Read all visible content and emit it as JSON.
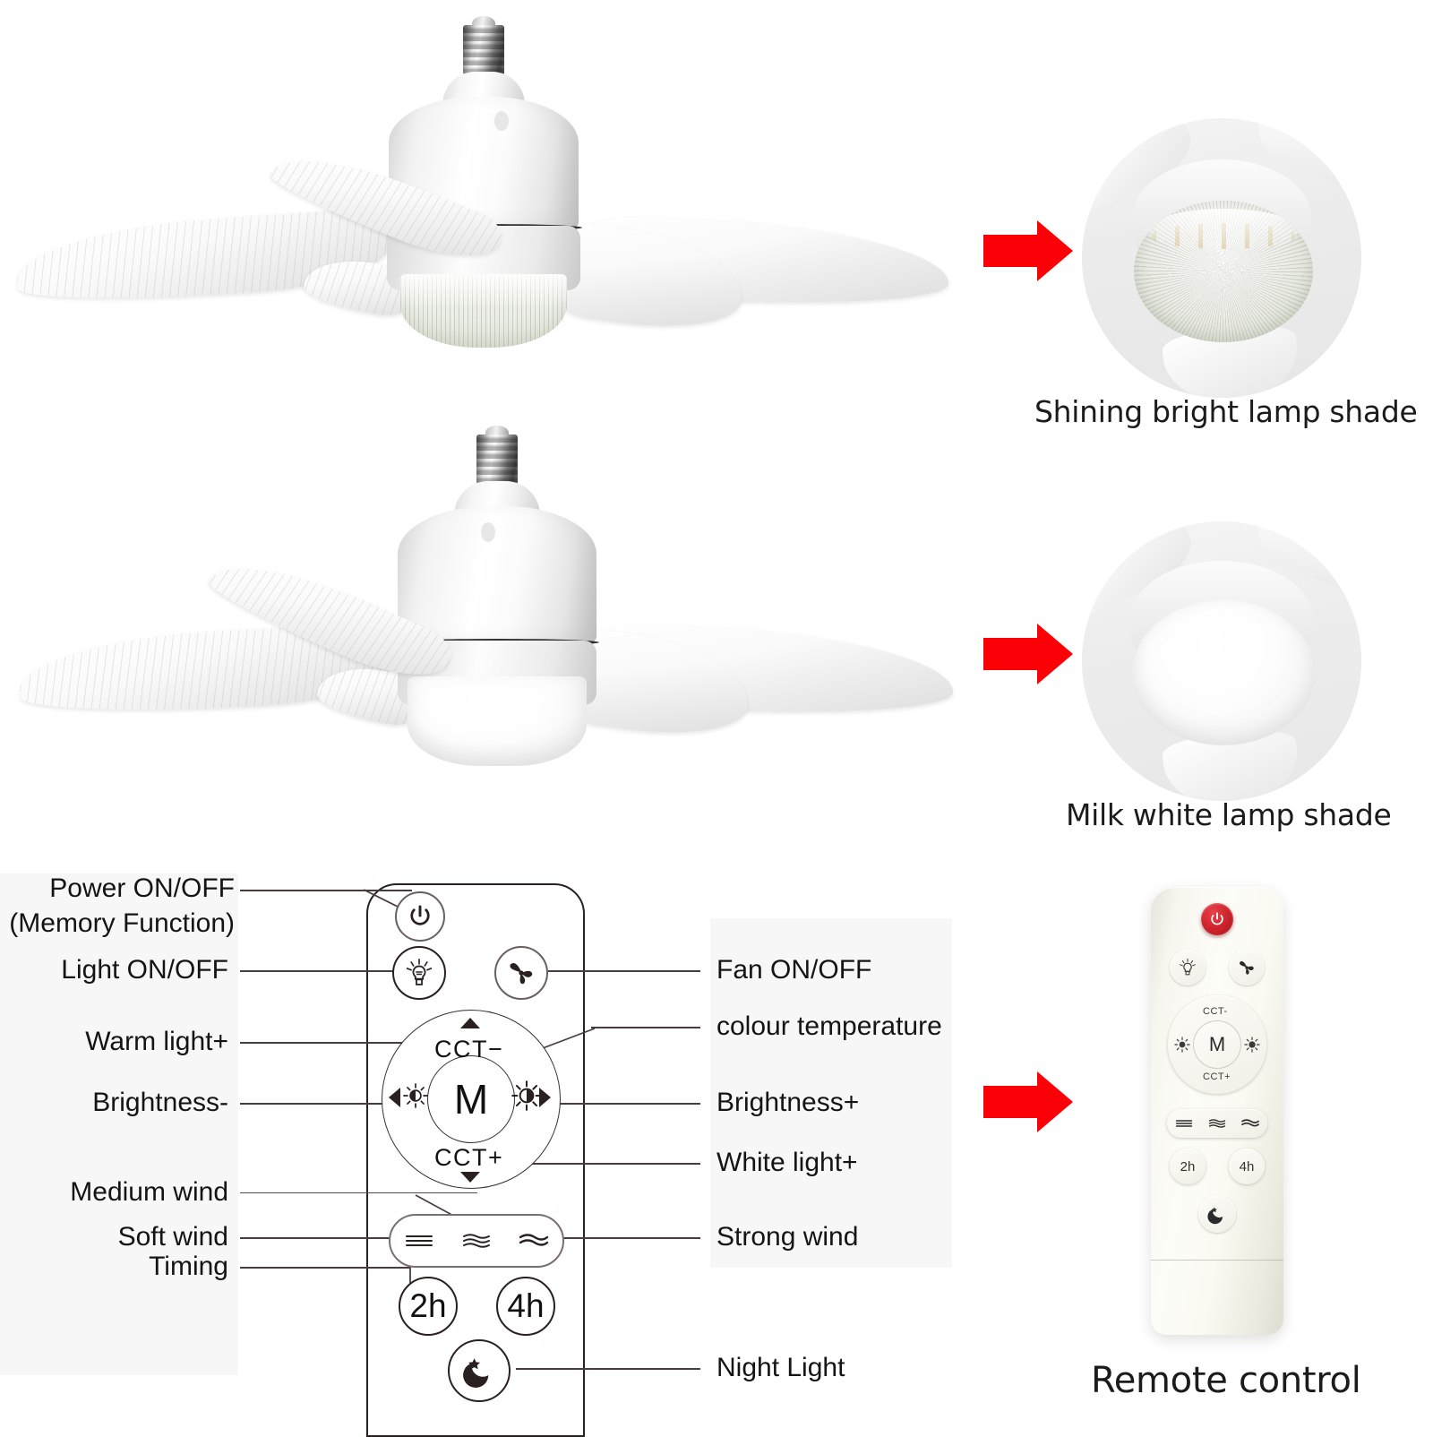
{
  "photos": {
    "clear_shade_caption": "Shining bright lamp shade",
    "milk_shade_caption": "Milk white lamp shade",
    "remote_caption": "Remote control"
  },
  "remote_diagram": {
    "labels_left": [
      {
        "id": "power",
        "text": "Power ON/OFF"
      },
      {
        "id": "power_sub",
        "text": "(Memory Function)"
      },
      {
        "id": "light",
        "text": "Light ON/OFF"
      },
      {
        "id": "warm",
        "text": "Warm light+"
      },
      {
        "id": "brightness_down",
        "text": "Brightness-"
      },
      {
        "id": "medium_wind",
        "text": "Medium wind"
      },
      {
        "id": "soft_wind",
        "text": "Soft wind"
      },
      {
        "id": "timing",
        "text": "Timing"
      }
    ],
    "labels_right": [
      {
        "id": "fan",
        "text": "Fan ON/OFF"
      },
      {
        "id": "colour_temp",
        "text": "colour temperature"
      },
      {
        "id": "brightness_up",
        "text": "Brightness+"
      },
      {
        "id": "white",
        "text": "White light+"
      },
      {
        "id": "strong_wind",
        "text": "Strong wind"
      },
      {
        "id": "night",
        "text": "Night Light"
      }
    ],
    "buttons": {
      "mode": "M",
      "cct_minus": "CCT−",
      "cct_plus": "CCT+",
      "timer_2h": "2h",
      "timer_4h": "4h"
    },
    "icons": {
      "power": "power-icon",
      "light": "bulb-icon",
      "fan": "fan-icon",
      "brightness_down": "brightness-low-icon",
      "brightness_up": "brightness-high-icon",
      "soft_wind": "wind-soft-icon",
      "medium_wind": "wind-medium-icon",
      "strong_wind": "wind-strong-icon",
      "night_light": "moon-star-icon"
    }
  },
  "photo_remote": {
    "cct_minus": "CCT-",
    "cct_plus": "CCT+",
    "mode": "M",
    "timer_2h": "2h",
    "timer_4h": "4h"
  },
  "colors": {
    "arrow_red": "#fb0007",
    "power_red": "#d0252d",
    "panel_gray": "#f7f7f8",
    "ink": "#1a1a1a"
  }
}
